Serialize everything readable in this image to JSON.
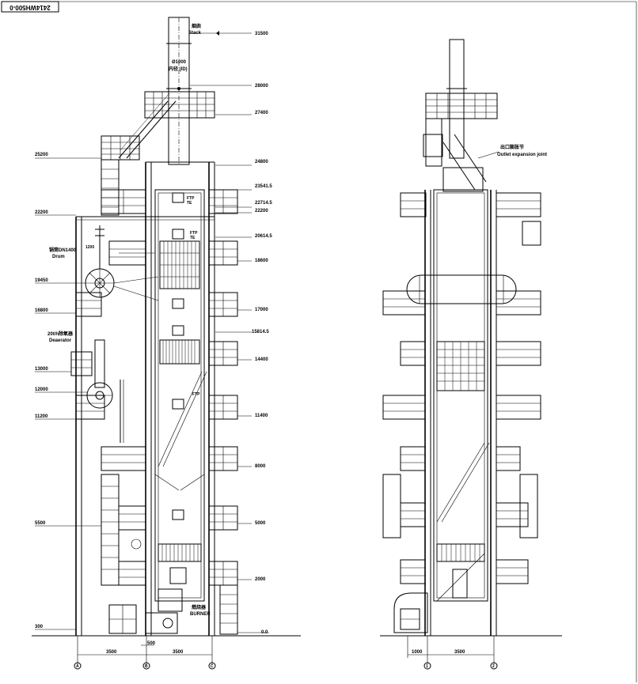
{
  "drawing_number": "2414WH500-0",
  "elevations_left": {
    "e31500": "31500",
    "e28000": "28000",
    "e27400": "27400",
    "e24800": "24800",
    "e23541": "23541.5",
    "e22714": "22714.5",
    "e22200r": "22200",
    "e20614": "20614.5",
    "e18600": "18600",
    "e17000": "17000",
    "e15814": "15814.5",
    "e14400": "14400",
    "e11400": "11400",
    "e8000": "8000",
    "e5000": "5000",
    "e2000": "2000",
    "e0": "0.0"
  },
  "elevations_far_left": {
    "e25200": "25200",
    "e22200": "22200",
    "e19450": "19450",
    "e16800": "16800",
    "e13000": "13000",
    "e12000": "12000",
    "e11200": "11200",
    "e5500": "5500",
    "e300": "300"
  },
  "labels": {
    "stack_cn": "烟囱",
    "stack_en": "Stack",
    "dia_cn": "Ø1000",
    "dia_id": "内径 (ID)",
    "drum_cn": "锅筒DN1400",
    "drum_en": "Drum",
    "deaerator_cn": "20t/h除氧器",
    "deaerator_en": "Deaerator",
    "burner_cn": "燃烧器",
    "burner_en": "BURNER",
    "expansion_cn": "出口膨胀节",
    "expansion_en": "Outlet expansion joint",
    "ftp1": "FTP",
    "te1": "TE",
    "ftp2": "FTP",
    "te2": "TE",
    "ftp3": "FTP",
    "dim_1200": "1200"
  },
  "dimensions": {
    "left_d1": "3500",
    "left_d2": "3500",
    "left_d3": "500",
    "right_d1": "1000",
    "right_d2": "3500"
  },
  "axes": {
    "a": "A",
    "b": "B",
    "c": "C",
    "r1": "1",
    "r2": "2"
  }
}
